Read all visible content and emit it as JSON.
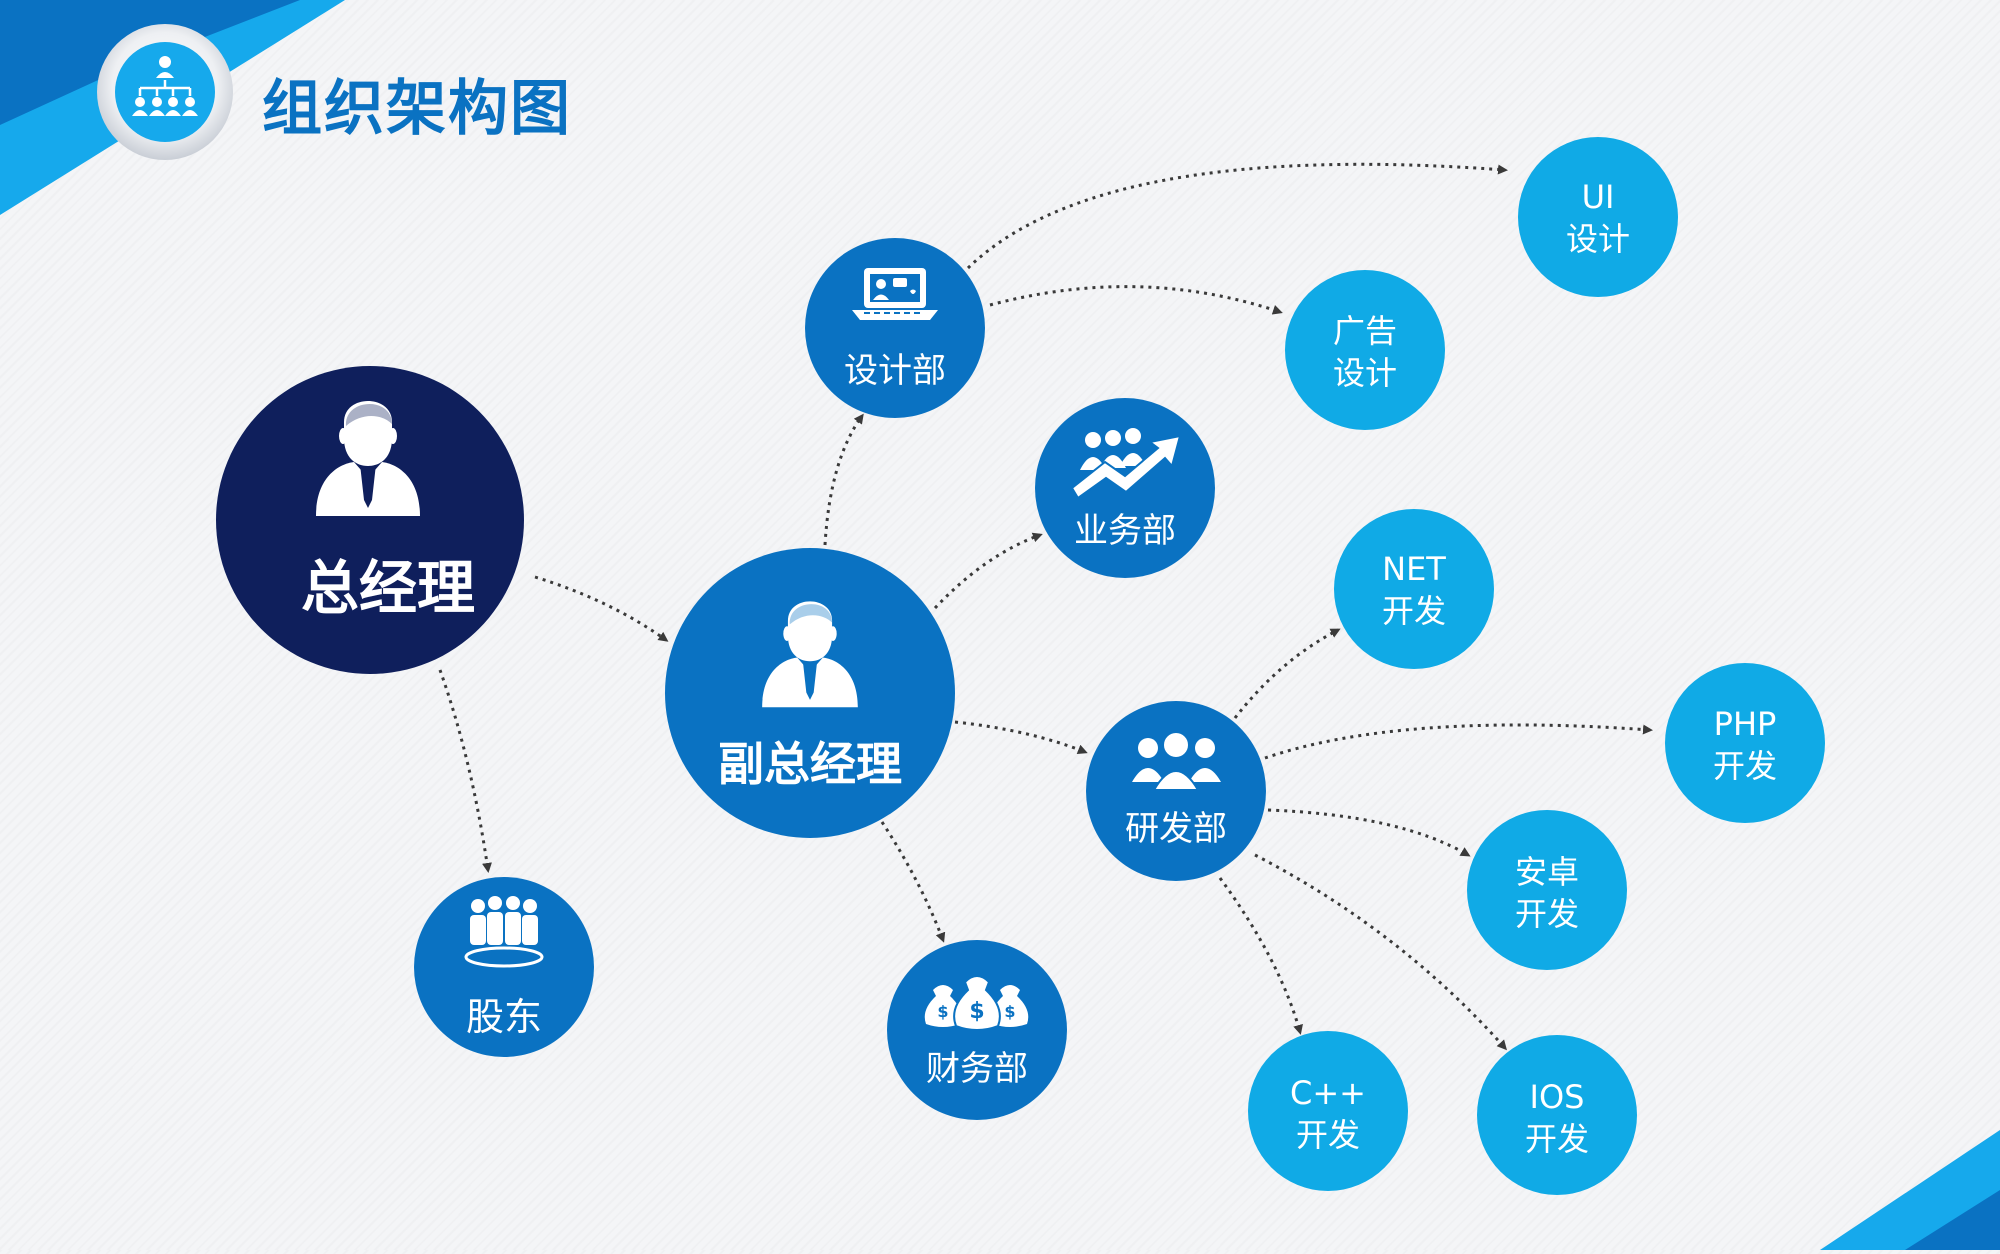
{
  "title": "组织架构图",
  "colors": {
    "navy": "#0f1f5c",
    "mid_blue": "#0a72c2",
    "light_blue": "#10aae6",
    "arrow": "#3a3a3a",
    "corner_dark": "#0a72c2",
    "corner_light": "#16a9ec"
  },
  "nodes": {
    "gm": {
      "label": "总经理",
      "icon": "manager-icon"
    },
    "vp": {
      "label": "副总经理",
      "icon": "manager-icon"
    },
    "design": {
      "label": "设计部",
      "icon": "laptop-chat-icon"
    },
    "business": {
      "label": "业务部",
      "icon": "team-growth-icon"
    },
    "rnd": {
      "label": "研发部",
      "icon": "group-icon"
    },
    "finance": {
      "label": "财务部",
      "icon": "money-bags-icon"
    },
    "share": {
      "label": "股东",
      "icon": "shareholders-icon"
    },
    "ui": {
      "line1": "UI",
      "line2": "设计"
    },
    "ad": {
      "line1": "广告",
      "line2": "设计"
    },
    "net": {
      "line1": "NET",
      "line2": "开发"
    },
    "php": {
      "line1": "PHP",
      "line2": "开发"
    },
    "android": {
      "line1": "安卓",
      "line2": "开发"
    },
    "cpp": {
      "line1": "C++",
      "line2": "开发"
    },
    "ios": {
      "line1": "IOS",
      "line2": "开发"
    }
  }
}
